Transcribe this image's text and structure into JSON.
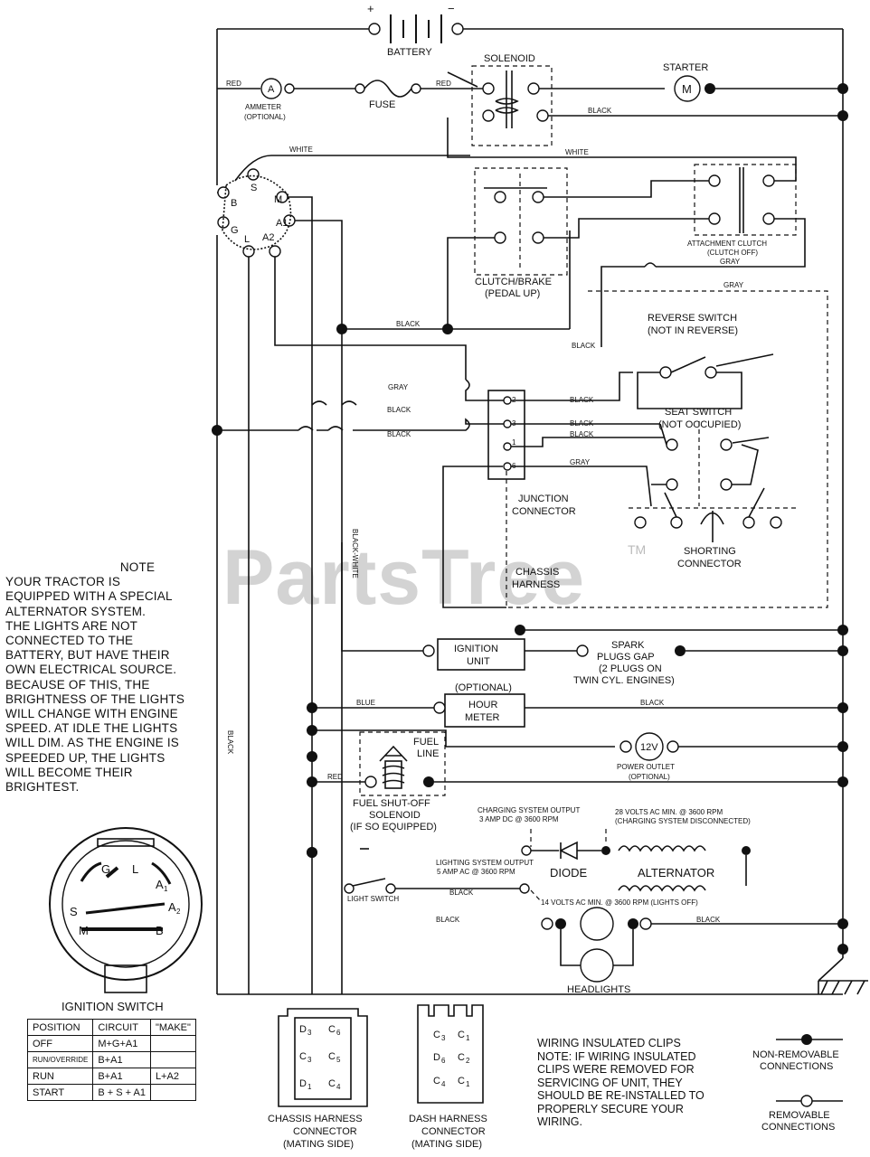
{
  "watermark": {
    "text": "PartsTree",
    "tm": "TM"
  },
  "components": {
    "battery": "BATTERY",
    "solenoid": "SOLENOID",
    "starter": "STARTER",
    "starter_symbol": "M",
    "ammeter": "AMMETER",
    "ammeter_optional": "(OPTIONAL)",
    "ammeter_symbol": "A",
    "fuse": "FUSE",
    "clutch_brake": "CLUTCH/BRAKE",
    "clutch_brake_sub": "(PEDAL UP)",
    "attachment_clutch": "ATTACHMENT CLUTCH",
    "attachment_clutch_sub": "(CLUTCH OFF)",
    "reverse_switch": "REVERSE SWITCH",
    "reverse_switch_sub": "(NOT IN REVERSE)",
    "seat_switch": "SEAT SWITCH",
    "seat_switch_sub": "(NOT OCCUPIED)",
    "junction_connector_1": "JUNCTION",
    "junction_connector_2": "CONNECTOR",
    "shorting_connector_1": "SHORTING",
    "shorting_connector_2": "CONNECTOR",
    "chassis_harness_1": "CHASSIS",
    "chassis_harness_2": "HARNESS",
    "ignition_unit_1": "IGNITION",
    "ignition_unit_2": "UNIT",
    "spark_1": "SPARK",
    "spark_2": "PLUGS GAP",
    "spark_3": "(2 PLUGS ON",
    "spark_4": "TWIN CYL. ENGINES)",
    "hour_meter_optional": "(OPTIONAL)",
    "hour_meter_1": "HOUR",
    "hour_meter_2": "METER",
    "fuel_line_1": "FUEL",
    "fuel_line_2": "LINE",
    "power_outlet_symbol": "12V",
    "power_outlet": "POWER OUTLET",
    "power_outlet_optional": "(OPTIONAL)",
    "fuel_solenoid_1": "FUEL SHUT-OFF",
    "fuel_solenoid_2": "SOLENOID",
    "fuel_solenoid_3": "(IF SO EQUIPPED)",
    "charging_output_1": "CHARGING SYSTEM OUTPUT",
    "charging_output_2": "3 AMP DC @ 3600 RPM",
    "vac_28_1": "28 VOLTS AC MIN. @ 3600 RPM",
    "vac_28_2": "(CHARGING SYSTEM DISCONNECTED)",
    "lighting_output_1": "LIGHTING SYSTEM OUTPUT",
    "lighting_output_2": "5 AMP AC @ 3600 RPM",
    "diode": "DIODE",
    "alternator": "ALTERNATOR",
    "light_switch": "LIGHT SWITCH",
    "vac_14": "14 VOLTS AC MIN. @ 3600 RPM (LIGHTS OFF)",
    "headlights": "HEADLIGHTS",
    "ignition_switch_title": "IGNITION SWITCH",
    "chassis_conn_1": "CHASSIS HARNESS",
    "chassis_conn_2": "CONNECTOR",
    "chassis_conn_3": "(MATING SIDE)",
    "dash_conn_1": "DASH HARNESS",
    "dash_conn_2": "CONNECTOR",
    "dash_conn_3": "(MATING SIDE)",
    "non_removable_1": "NON-REMOVABLE",
    "non_removable_2": "CONNECTIONS",
    "removable_1": "REMOVABLE",
    "removable_2": "CONNECTIONS"
  },
  "ignition_terminals": {
    "b": "B",
    "s": "S",
    "m": "M",
    "a1": "A1",
    "a2": "A2",
    "g": "G",
    "l": "L"
  },
  "switch_face": {
    "g": "G",
    "l": "L",
    "s": "S",
    "m": "M",
    "a1": "A",
    "a2": "A",
    "b": "B",
    "sub1": "1",
    "sub2": "2"
  },
  "junction_pins": {
    "p2": "2",
    "p3": "3",
    "p1": "1",
    "p6": "6"
  },
  "chassis_pins": {
    "a": "D",
    "a_sub": "3",
    "b": "C",
    "b_sub": "6",
    "c": "C",
    "c_sub": "3",
    "d": "C",
    "d_sub": "5",
    "e": "D",
    "e_sub": "1",
    "f": "C",
    "f_sub": "4"
  },
  "dash_pins": {
    "a": "C",
    "a_sub": "3",
    "b": "C",
    "b_sub": "1",
    "c": "D",
    "c_sub": "6",
    "d": "C",
    "d_sub": "2",
    "e": "C",
    "e_sub": "4",
    "f": "C",
    "f_sub": "1"
  },
  "battery_polarity": {
    "plus": "+",
    "minus": "−"
  },
  "wire_labels": {
    "red1": "RED",
    "red2": "RED",
    "red3": "RED",
    "white1": "WHITE",
    "white2": "WHITE",
    "black1": "BLACK",
    "black2": "BLACK",
    "black3": "BLACK",
    "black4": "BLACK",
    "black5": "BLACK",
    "black6": "BLACK",
    "black7": "BLACK",
    "black8": "BLACK",
    "black9": "BLACK",
    "black10": "BLACK",
    "black11": "BLACK",
    "gray1": "GRAY",
    "gray2": "GRAY",
    "gray3": "GRAY",
    "gray4": "GRAY",
    "black_white": "BLACK-WHITE",
    "blue": "BLUE",
    "black_v": "BLACK"
  },
  "note": {
    "title": "NOTE",
    "lines": [
      "YOUR TRACTOR IS",
      "EQUIPPED WITH A SPECIAL",
      "ALTERNATOR SYSTEM.",
      "THE LIGHTS ARE NOT",
      "CONNECTED TO THE",
      "BATTERY, BUT HAVE THEIR",
      "OWN ELECTRICAL SOURCE.",
      "BECAUSE OF THIS, THE",
      "BRIGHTNESS OF THE LIGHTS",
      "WILL CHANGE WITH ENGINE",
      "SPEED.  AT IDLE THE LIGHTS",
      "WILL DIM.  AS THE ENGINE IS",
      "SPEEDED UP, THE LIGHTS",
      "WILL BECOME THEIR",
      "BRIGHTEST."
    ]
  },
  "ignition_table": {
    "headers": [
      "POSITION",
      "CIRCUIT",
      "\"MAKE\""
    ],
    "rows": [
      [
        "OFF",
        "M+G+A1",
        ""
      ],
      [
        "RUN/OVERRIDE",
        "B+A1",
        ""
      ],
      [
        "RUN",
        "B+A1",
        "L+A2"
      ],
      [
        "START",
        "B + S + A1",
        ""
      ]
    ]
  },
  "clips_note": {
    "lines": [
      "WIRING INSULATED CLIPS",
      "NOTE: IF WIRING INSULATED",
      "CLIPS WERE REMOVED FOR",
      "SERVICING OF UNIT, THEY",
      "SHOULD BE RE-INSTALLED TO",
      "PROPERLY SECURE YOUR",
      "WIRING."
    ]
  }
}
